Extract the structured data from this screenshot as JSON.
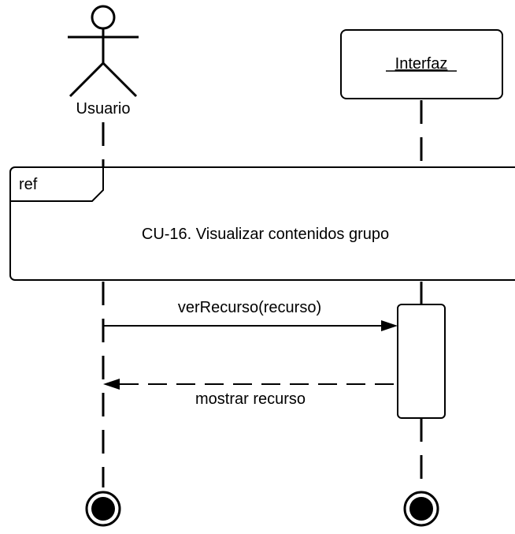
{
  "diagram": {
    "type": "sequence",
    "actor": {
      "label": "Usuario"
    },
    "object": {
      "label": "Interfaz"
    },
    "ref_frame": {
      "tag": "ref",
      "text": "CU-16. Visualizar contenidos grupo"
    },
    "messages": [
      {
        "label": "verRecurso(recurso)",
        "kind": "synchronous",
        "from": "Usuario",
        "to": "Interfaz"
      },
      {
        "label": "mostrar recurso",
        "kind": "return",
        "from": "Interfaz",
        "to": "Usuario"
      }
    ]
  }
}
